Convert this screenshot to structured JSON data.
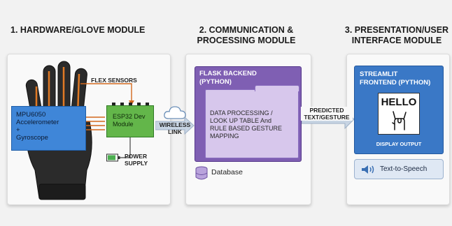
{
  "sections": [
    {
      "title_line1": "1. HARDWARE/GLOVE MODULE",
      "title_line2": ""
    },
    {
      "title_line1": "2. COMMUNICATION &",
      "title_line2": "PROCESSING MODULE"
    },
    {
      "title_line1": "3. PRESENTATION/USER",
      "title_line2": "INTERFACE MODULE"
    }
  ],
  "hardware": {
    "flex_sensors": "FLEX SENSORS",
    "mpu_lines": [
      "MPU6050",
      "Accelerometer",
      "+",
      "Gyroscope"
    ],
    "esp_lines": [
      "ESP32 Dev",
      "Module"
    ],
    "power_lines": [
      "POWER",
      "SUPPLY"
    ]
  },
  "link": {
    "line1": "WIRELESS",
    "line2": "LINK"
  },
  "processing": {
    "title_line1": "FLASK BACKEND",
    "title_line2": "(PYTHON)",
    "folder_lines": [
      "DATA PROCESSING /",
      "LOOK UP TABLE And",
      "RULE BASED GESTURE",
      "MAPPING"
    ],
    "database": "Database"
  },
  "output_link": {
    "line1": "PREDICTED",
    "line2": "TEXT/GESTURE"
  },
  "presentation": {
    "title_line1": "STREAMLIT",
    "title_line2": "FRONTEND (PYTHON)",
    "hello": "HELLO",
    "display_output": "DISPLAY OUTPUT",
    "tts": "Text-to-Speech"
  },
  "colors": {
    "glove": "#2b2b2b",
    "glove_orange": "#e07a25",
    "mpu": "#3f86d8",
    "esp": "#63b64a",
    "flask": "#7f5fb3",
    "folder": "#d7c7ec",
    "streamlit": "#3a78c6",
    "arrow": "#b8c6d6"
  },
  "icons": [
    "glove-icon",
    "cloud-icon",
    "battery-icon",
    "database-icon",
    "hand-sign-icon",
    "speaker-icon"
  ]
}
